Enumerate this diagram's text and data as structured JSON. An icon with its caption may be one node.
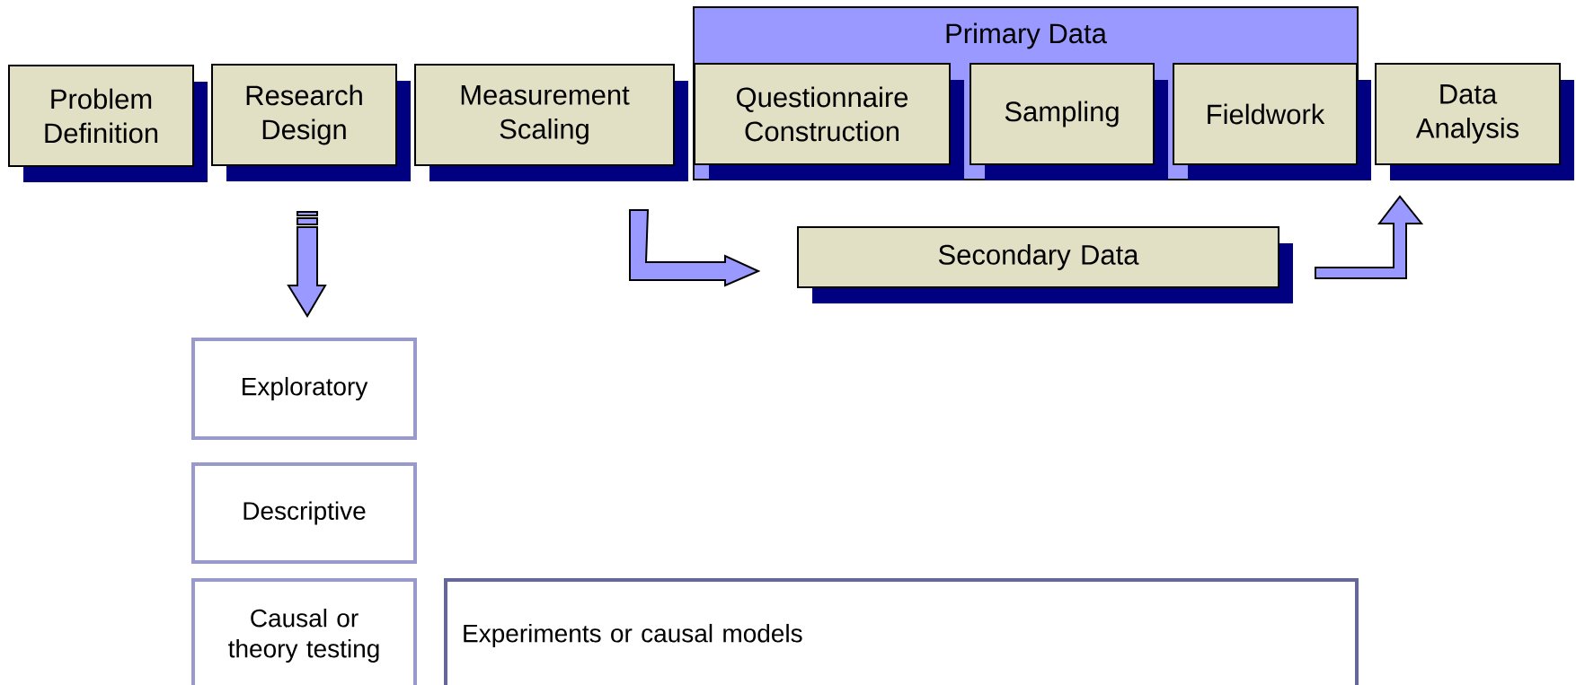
{
  "diagram": {
    "nodes": [
      {
        "text": [
          "Problem Definition"
        ]
      },
      {
        "text": [
          "Research Design"
        ]
      },
      {
        "text": [
          "Measurement Scaling"
        ]
      },
      {
        "text": [
          "Primary Data"
        ]
      },
      {
        "text": [
          "Questionnaire Construction"
        ],
        "in": 3
      },
      {
        "text": [
          "Sampling"
        ],
        "in": 3
      },
      {
        "text": [
          "Fieldwork"
        ],
        "in": 3
      },
      {
        "text": [
          "Data Analysis"
        ]
      },
      {
        "text": [
          "Secondary Data"
        ]
      },
      {
        "text": [
          "Exploratory"
        ]
      },
      {
        "text": [
          "Descriptive"
        ]
      },
      {
        "text": [
          "Causal or theory testing"
        ]
      },
      {
        "text": [
          "Experiments or causal models"
        ]
      }
    ],
    "edges": [
      {
        "from": 1,
        "to": 9,
        "arrow": "to"
      },
      {
        "from": 2,
        "to": 8,
        "arrow": "to"
      },
      {
        "from": 8,
        "to": 7,
        "arrow": "to"
      }
    ]
  }
}
